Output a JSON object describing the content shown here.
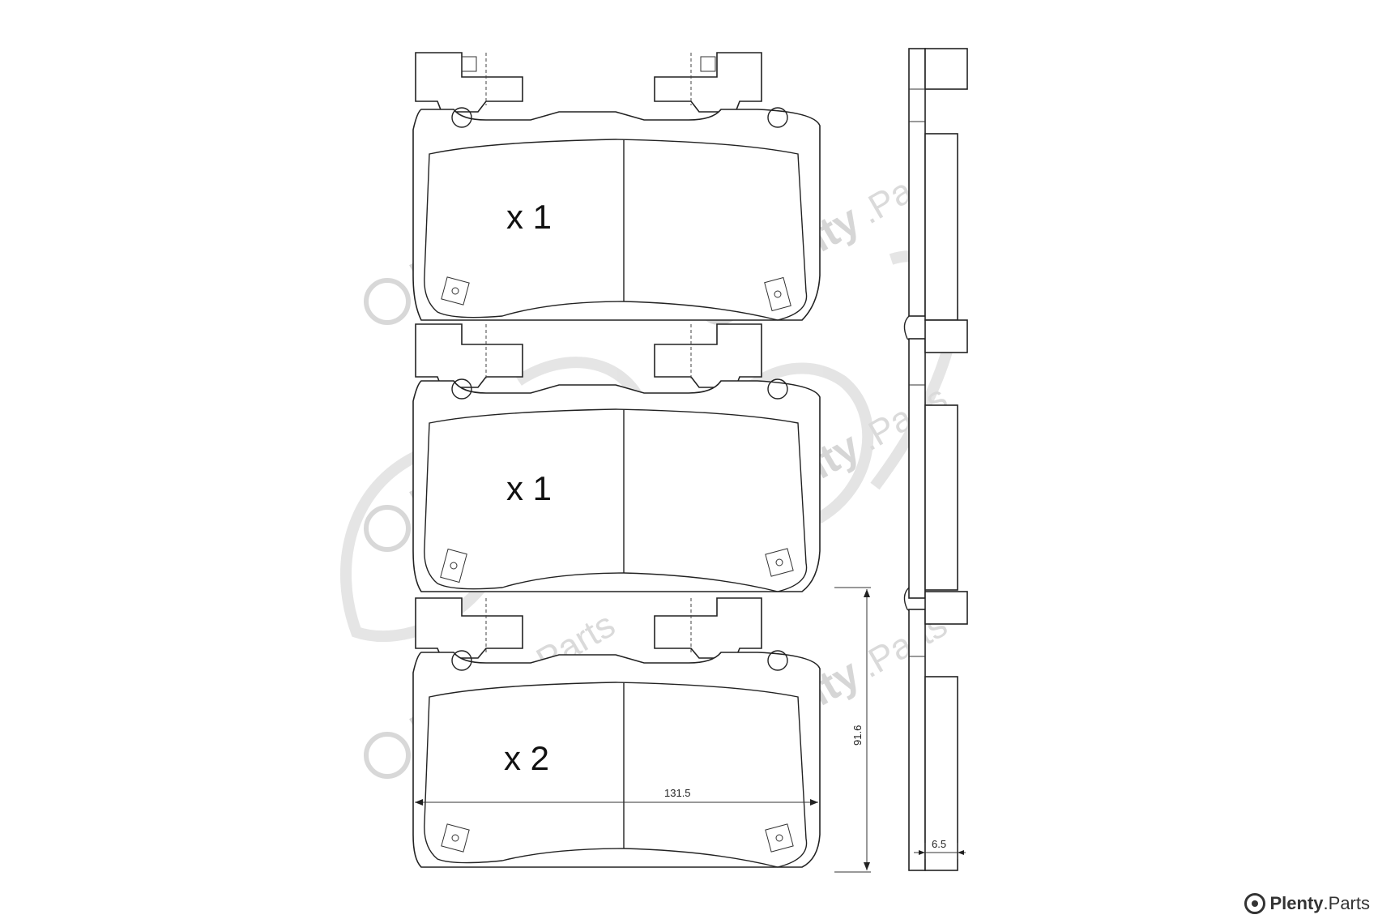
{
  "diagram": {
    "pads": [
      {
        "quantity": "x 1"
      },
      {
        "quantity": "x 1"
      },
      {
        "quantity": "x 2"
      }
    ],
    "dimensions": {
      "width": "131.5",
      "height": "91.6",
      "thickness": "6.5"
    }
  },
  "watermark": {
    "brand_word": "Plenty",
    "brand_suffix": ".Parts"
  },
  "brand": {
    "name": "Plenty",
    "suffix": ".Parts",
    "icon": "brake-disc-icon"
  }
}
